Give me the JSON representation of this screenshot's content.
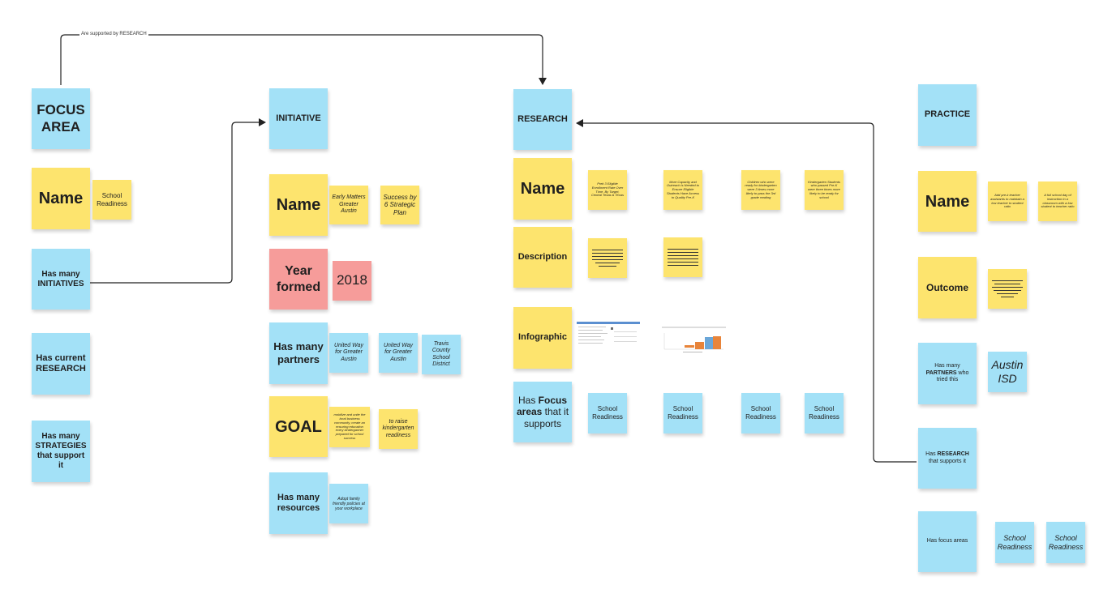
{
  "connector_label": "Are supported by RESEARCH",
  "colors": {
    "blue_note": "#a3e1f7",
    "yellow_note": "#fde46e",
    "pink_note": "#f69c9a",
    "line": "#222222"
  },
  "focus_area": {
    "header": "FOCUS AREA",
    "name_label": "Name",
    "name_value": "School Readiness",
    "initiatives_label_1": "Has many",
    "initiatives_label_2": "INITIATIVES",
    "research_label": "Has current RESEARCH",
    "strategies_label": "Has many STRATEGIES that support it"
  },
  "initiative": {
    "header": "INITIATIVE",
    "name_label": "Name",
    "names": [
      "Early Matters Greater Austin",
      "Success by 6 Strategic Plan"
    ],
    "year_label": "Year formed",
    "year_value": "2018",
    "partners_label": "Has many partners",
    "partners": [
      "United Way for Greater Austin",
      "United Way for Greater Austin",
      "Travis County School District"
    ],
    "goal_label": "GOAL",
    "goals": [
      "mobilize and unite the local business community, create an ensuring education every kindergartner prepared for school success",
      "to raise kindergarten readiness"
    ],
    "resources_label": "Has many resources",
    "resources": [
      "Adopt family friendly policies at your workplace"
    ]
  },
  "research": {
    "header": "RESEARCH",
    "name_label": "Name",
    "names": [
      "Prek 3 Eligible Enrollment Rate Over Time, By Target, Central Texas & Texas",
      "More Capacity and Outreach is Needed to Ensure Eligible Students Have Access to Quality Pre-K",
      "Children who were ready for kindergarten were 3 times more likely to pass the 3rd grade reading",
      "Kindergarten Students who passed Pre-K were three times more likely to be ready for school"
    ],
    "description_label": "Description",
    "infographic_label": "Infographic",
    "focus_label_1": "Has ",
    "focus_label_bold": "Focus areas",
    "focus_label_2": " that it supports",
    "focus_areas": [
      "School Readiness",
      "School Readiness",
      "School Readiness",
      "School Readiness"
    ]
  },
  "practice": {
    "header": "PRACTICE",
    "name_label": "Name",
    "names": [
      "Add pre-k teacher assistants to maintain a low teacher to student ratio",
      "A full school day of instruction in a classroom with a low student to teacher ratio"
    ],
    "outcome_label": "Outcome",
    "partners_label_1": "Has many ",
    "partners_label_bold": "PARTNERS",
    "partners_label_2": " who tried this",
    "partner_value": "Austin ISD",
    "research_label_1": "Has ",
    "research_label_bold": "RESEARCH",
    "research_label_2": " that supports it",
    "focus_label": "Has focus areas",
    "focus_areas": [
      "School Readiness",
      "School Readiness"
    ]
  }
}
